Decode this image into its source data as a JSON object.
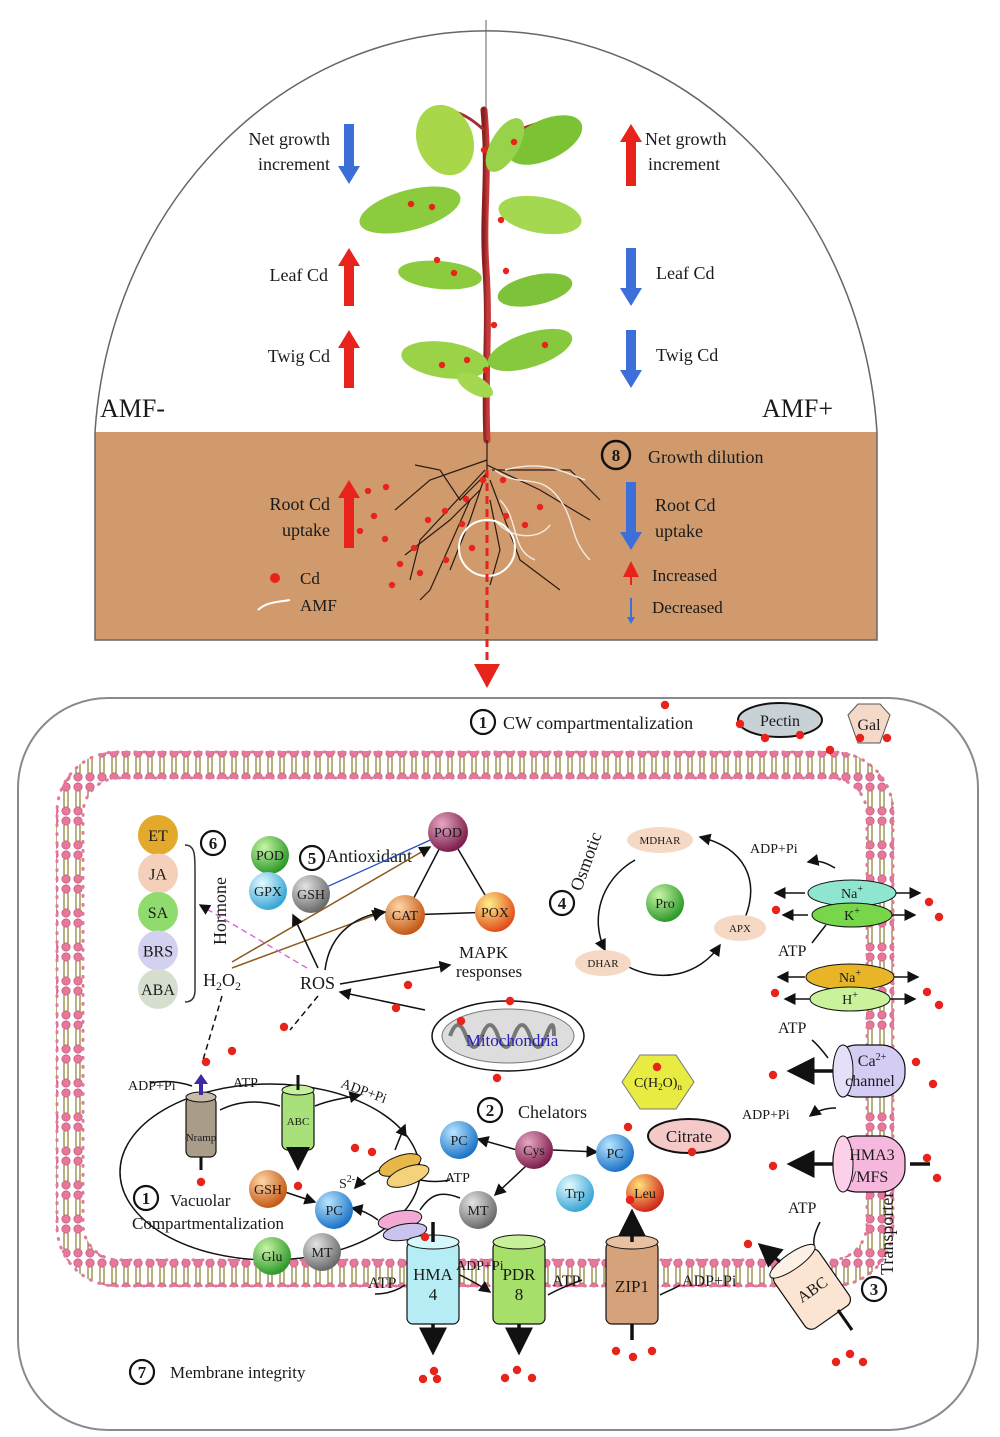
{
  "colors": {
    "up": "#e8231c",
    "down": "#3d6fd9",
    "soil": "#d09a6c",
    "cd": "#e8231c"
  },
  "top": {
    "left": {
      "label": "AMF-",
      "net_growth": [
        "Net growth",
        "increment"
      ],
      "leaf_cd": "Leaf Cd",
      "twig_cd": "Twig Cd",
      "root_cd": [
        "Root Cd",
        "uptake"
      ]
    },
    "right": {
      "label": "AMF+",
      "net_growth": [
        "Net growth",
        "increment"
      ],
      "leaf_cd": "Leaf Cd",
      "twig_cd": "Twig Cd",
      "root_cd": [
        "Root Cd",
        "uptake"
      ]
    },
    "growth_dilution": {
      "num": "8",
      "text": "Growth dilution"
    },
    "legend": {
      "cd": "Cd",
      "amf": "AMF",
      "increased": "Increased",
      "decreased": "Decreased"
    }
  },
  "cell": {
    "cw": {
      "num": "1",
      "text": "CW compartmentalization",
      "pectin": "Pectin",
      "gal": "Gal"
    },
    "hormone": {
      "num": "6",
      "title": "Hormone",
      "items": [
        "ET",
        "JA",
        "SA",
        "BRS",
        "ABA"
      ]
    },
    "antioxidant": {
      "num": "5",
      "title": "Antioxidant",
      "pod": "POD",
      "gpx": "GPX",
      "gsh": "GSH",
      "cat": "CAT",
      "pox": "POX",
      "pod2": "POD"
    },
    "osmotic": {
      "num": "4",
      "title": "Osmotic",
      "mdhar": "MDHAR",
      "pro": "Pro",
      "apx": "APX",
      "dhar": "DHAR"
    },
    "ros": {
      "h2o2": "H2O2",
      "ros": "ROS",
      "mapk": [
        "MAPK",
        "responses"
      ],
      "mitochondria": "Mitochondria"
    },
    "chelators": {
      "num": "2",
      "title": "Chelators",
      "cho": "C(H2O)n",
      "citrate": "Citrate",
      "cys": "Cys",
      "pc": "PC",
      "trp": "Trp",
      "leu": "Leu",
      "mt": "MT"
    },
    "vacuole": {
      "num": "1",
      "line1": "Vacuolar",
      "line2": "Compartmentalization",
      "nramp": "Nramp",
      "abc": "ABC",
      "gsh": "GSH",
      "pc": "PC",
      "glu": "Glu",
      "mt": "MT",
      "s2": "S2-"
    },
    "energy": {
      "atp": "ATP",
      "adp": "ADP+Pi"
    },
    "transporters": {
      "num": "3",
      "title": "Transporter",
      "na_k": [
        "Na+",
        "K+"
      ],
      "na_h": [
        "Na+",
        "H+"
      ],
      "ca": [
        "Ca2+",
        "channel"
      ],
      "hma3": [
        "HMA3",
        "/MFS"
      ],
      "abc": "ABC",
      "hma4": [
        "HMA",
        "4"
      ],
      "pdr8": [
        "PDR",
        "8"
      ],
      "zip1": "ZIP1"
    },
    "membrane": {
      "num": "7",
      "text": "Membrane integrity"
    }
  }
}
